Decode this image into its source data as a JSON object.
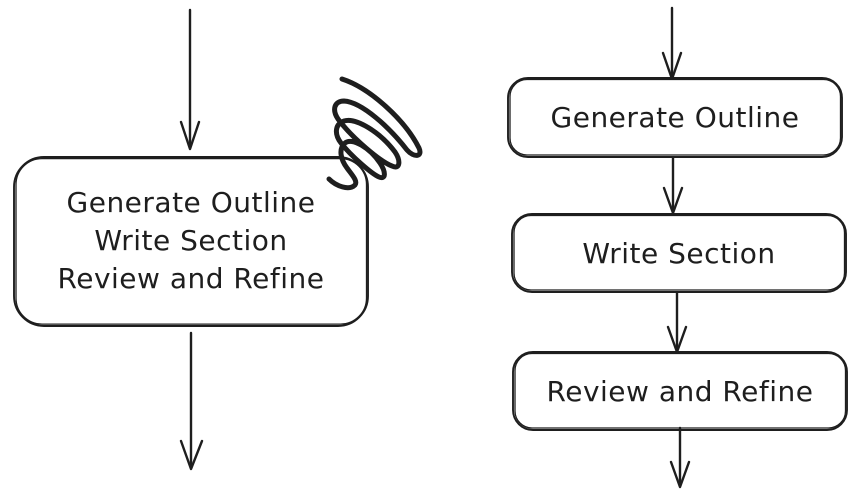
{
  "diagram": {
    "background_color": "#ffffff",
    "ink_color": "#1e1e1e",
    "left_flow": {
      "description": "single combined node with entry and exit arrows",
      "node_lines": [
        "Generate Outline",
        "Write Section",
        "Review and Refine"
      ],
      "annotation": "scratch-scribble mark on top-right corner of node"
    },
    "right_flow": {
      "description": "three chained nodes with entry, linking and exit arrows",
      "nodes": [
        {
          "label": "Generate Outline"
        },
        {
          "label": "Write Section"
        },
        {
          "label": "Review and Refine"
        }
      ]
    }
  }
}
